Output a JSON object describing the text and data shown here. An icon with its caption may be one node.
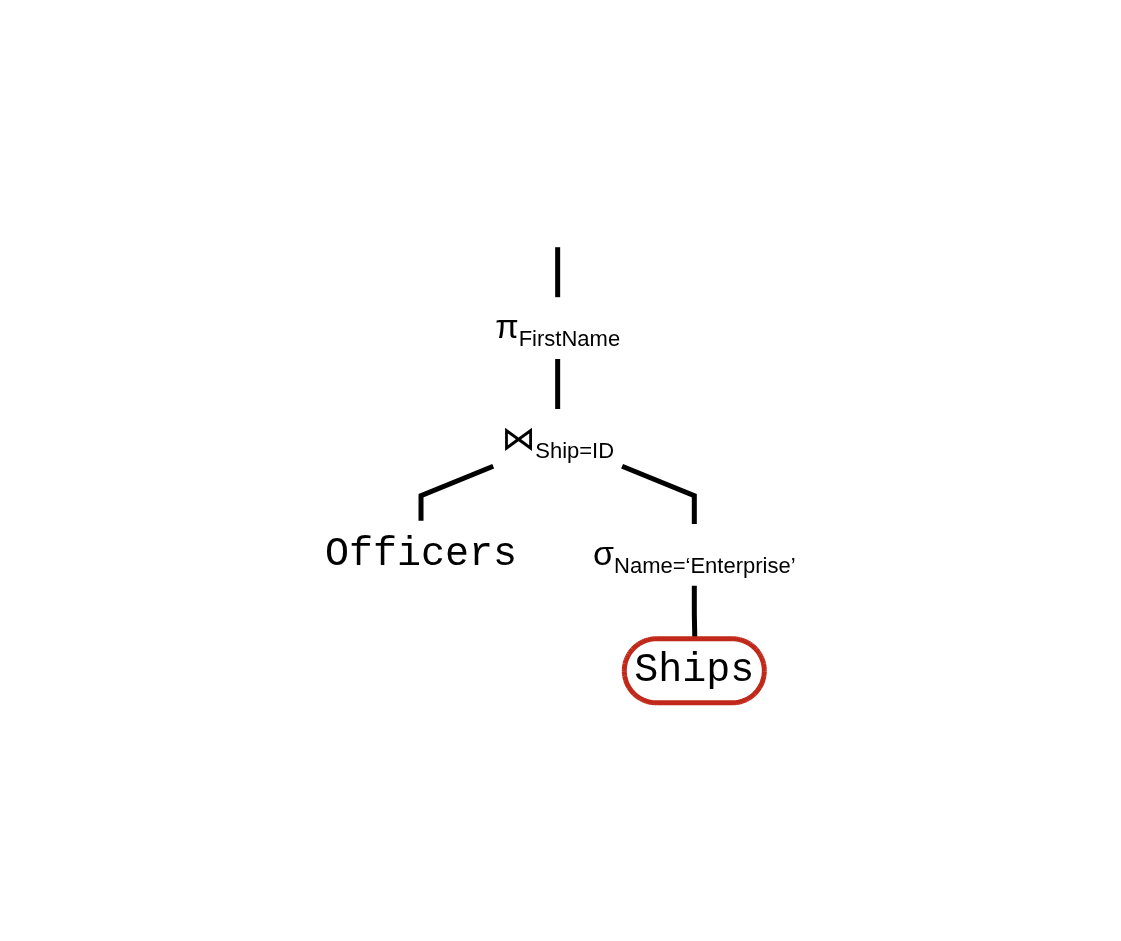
{
  "diagram": {
    "nodes": [
      {
        "text": [
          "π$_{FirstName}$"
        ]
      },
      {
        "text": [
          "⋈$_{Ship=ID}$"
        ]
      },
      {
        "text": [
          "Officers"
        ]
      },
      {
        "text": [
          "σ$_{Name=‘Enterprise’}$"
        ]
      },
      {
        "text": [
          "Ships"
        ]
      }
    ],
    "edges": [
      {
        "from": null,
        "to": 0,
        "arrow": "none"
      },
      {
        "from": 0,
        "to": 1,
        "arrow": "none"
      },
      {
        "from": 1,
        "to": 2,
        "arrow": "none"
      },
      {
        "from": 1,
        "to": 3,
        "arrow": "none"
      },
      {
        "from": 3,
        "to": 4,
        "arrow": "none"
      }
    ]
  }
}
